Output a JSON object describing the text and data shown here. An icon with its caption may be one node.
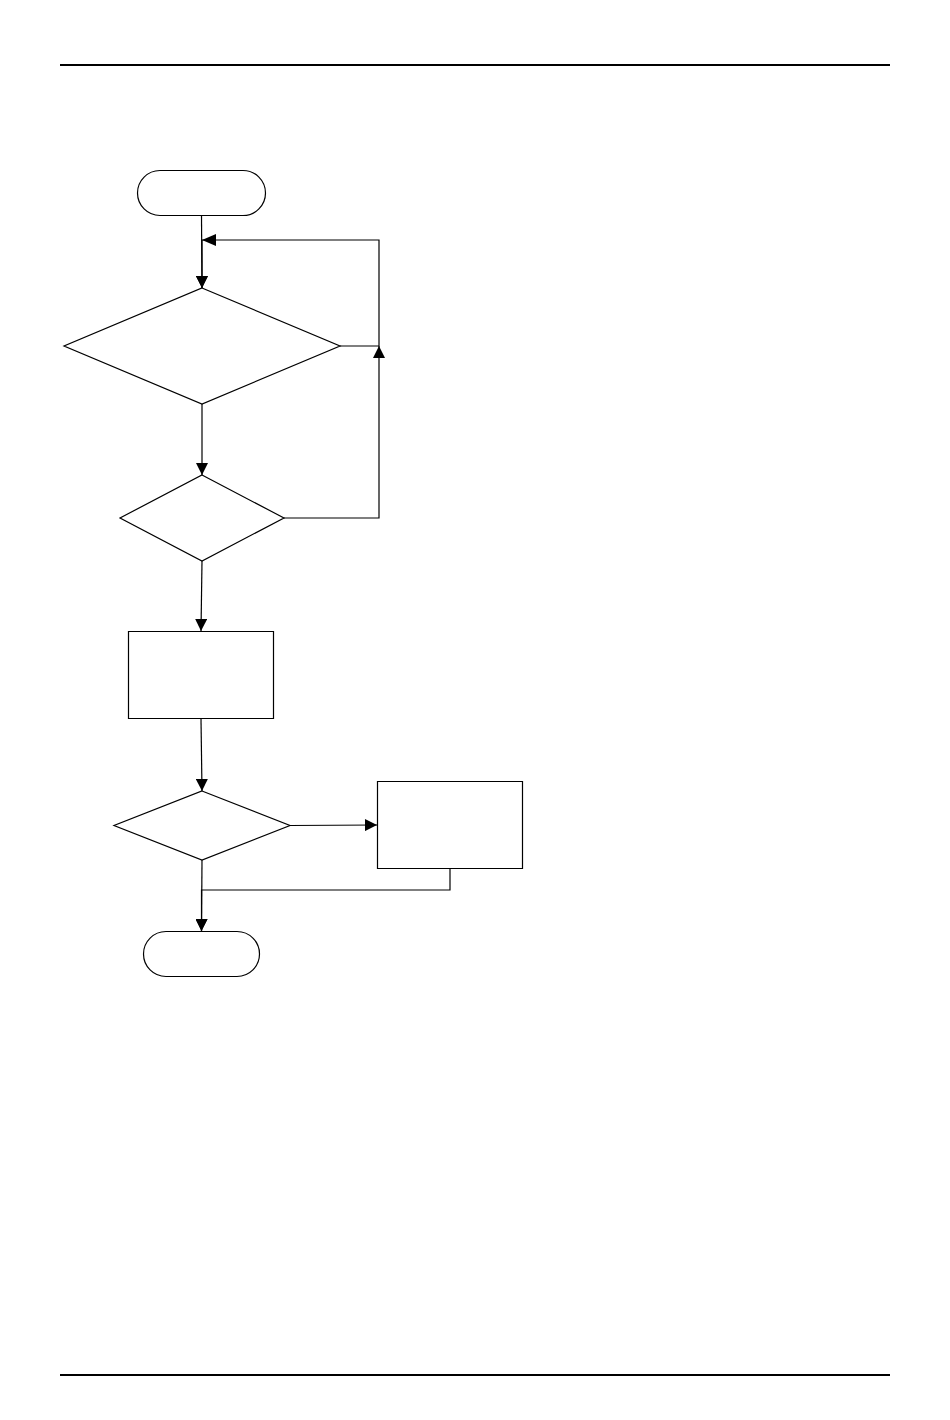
{
  "diagram": {
    "nodes": [
      {
        "text": [],
        "shape": "oval"
      },
      {
        "text": [],
        "shape": "diamond"
      },
      {
        "text": [],
        "shape": "diamond"
      },
      {
        "text": [],
        "shape": "box"
      },
      {
        "text": [],
        "shape": "diamond"
      },
      {
        "text": [],
        "shape": "box"
      },
      {
        "text": [],
        "shape": "oval"
      }
    ],
    "edges": [
      {
        "from": 0,
        "to": 1,
        "arrow": "to"
      },
      {
        "from": 1,
        "to": 1,
        "arrow": "to"
      },
      {
        "from": 2,
        "to": 1,
        "arrow": "to"
      },
      {
        "from": 1,
        "to": 2,
        "arrow": "to"
      },
      {
        "from": 2,
        "to": 3,
        "arrow": "to"
      },
      {
        "from": 3,
        "to": 4,
        "arrow": "to"
      },
      {
        "from": 4,
        "to": 5,
        "arrow": "to"
      },
      {
        "from": 5,
        "to": 6,
        "arrow": "to"
      },
      {
        "from": 4,
        "to": 6,
        "arrow": "to"
      }
    ]
  }
}
